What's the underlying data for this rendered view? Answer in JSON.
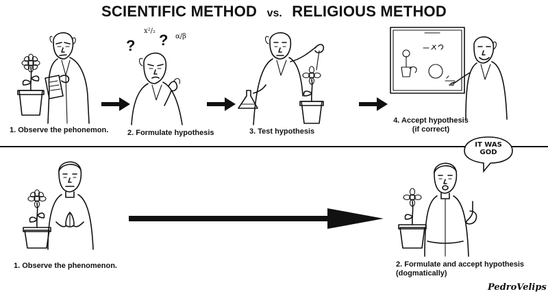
{
  "header": {
    "left_title": "SCIENTIFIC METHOD",
    "vs": "vs.",
    "right_title": "RELIGIOUS METHOD"
  },
  "scientific": {
    "steps": [
      {
        "label": "1. Observe the pehonemon."
      },
      {
        "label": "2. Formulate hypothesis"
      },
      {
        "label": "3. Test hypothesis"
      },
      {
        "label": "4. Accept hypothesis\n(if correct)"
      }
    ],
    "thought_marks": [
      "?",
      "?"
    ],
    "math_doodles": [
      "x²/₂",
      "α/β"
    ]
  },
  "religious": {
    "steps": [
      {
        "label": "1. Observe the phenomenon."
      },
      {
        "label": "2. Formulate and accept hypothesis\n(dogmatically)"
      }
    ],
    "speech_bubble": "IT WAS\nGOD"
  },
  "signature": "PedroVelips",
  "icons": [
    "arrow-right-icon",
    "long-arrow-icon",
    "flower-pot-icon",
    "speech-bubble-icon",
    "chalkboard-icon"
  ]
}
